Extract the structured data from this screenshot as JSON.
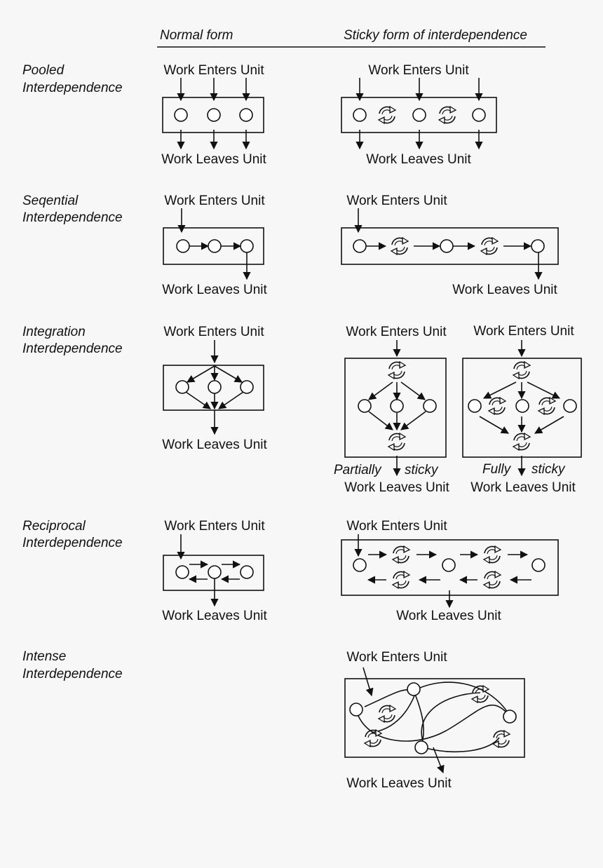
{
  "header": {
    "normal": "Normal form",
    "sticky": "Sticky form of interdependence"
  },
  "rows": [
    {
      "label1": "Pooled",
      "label2": "Interdependence"
    },
    {
      "label1": "Seqential",
      "label2": "Interdependence"
    },
    {
      "label1": "Integration",
      "label2": "Interdependence"
    },
    {
      "label1": "Reciprocal",
      "label2": "Interdependence"
    },
    {
      "label1": "Intense",
      "label2": "Interdependence"
    }
  ],
  "enters": "Work Enters Unit",
  "leaves": "Work Leaves Unit",
  "partially": "Partially",
  "fully": "Fully",
  "sticky_word": "sticky"
}
